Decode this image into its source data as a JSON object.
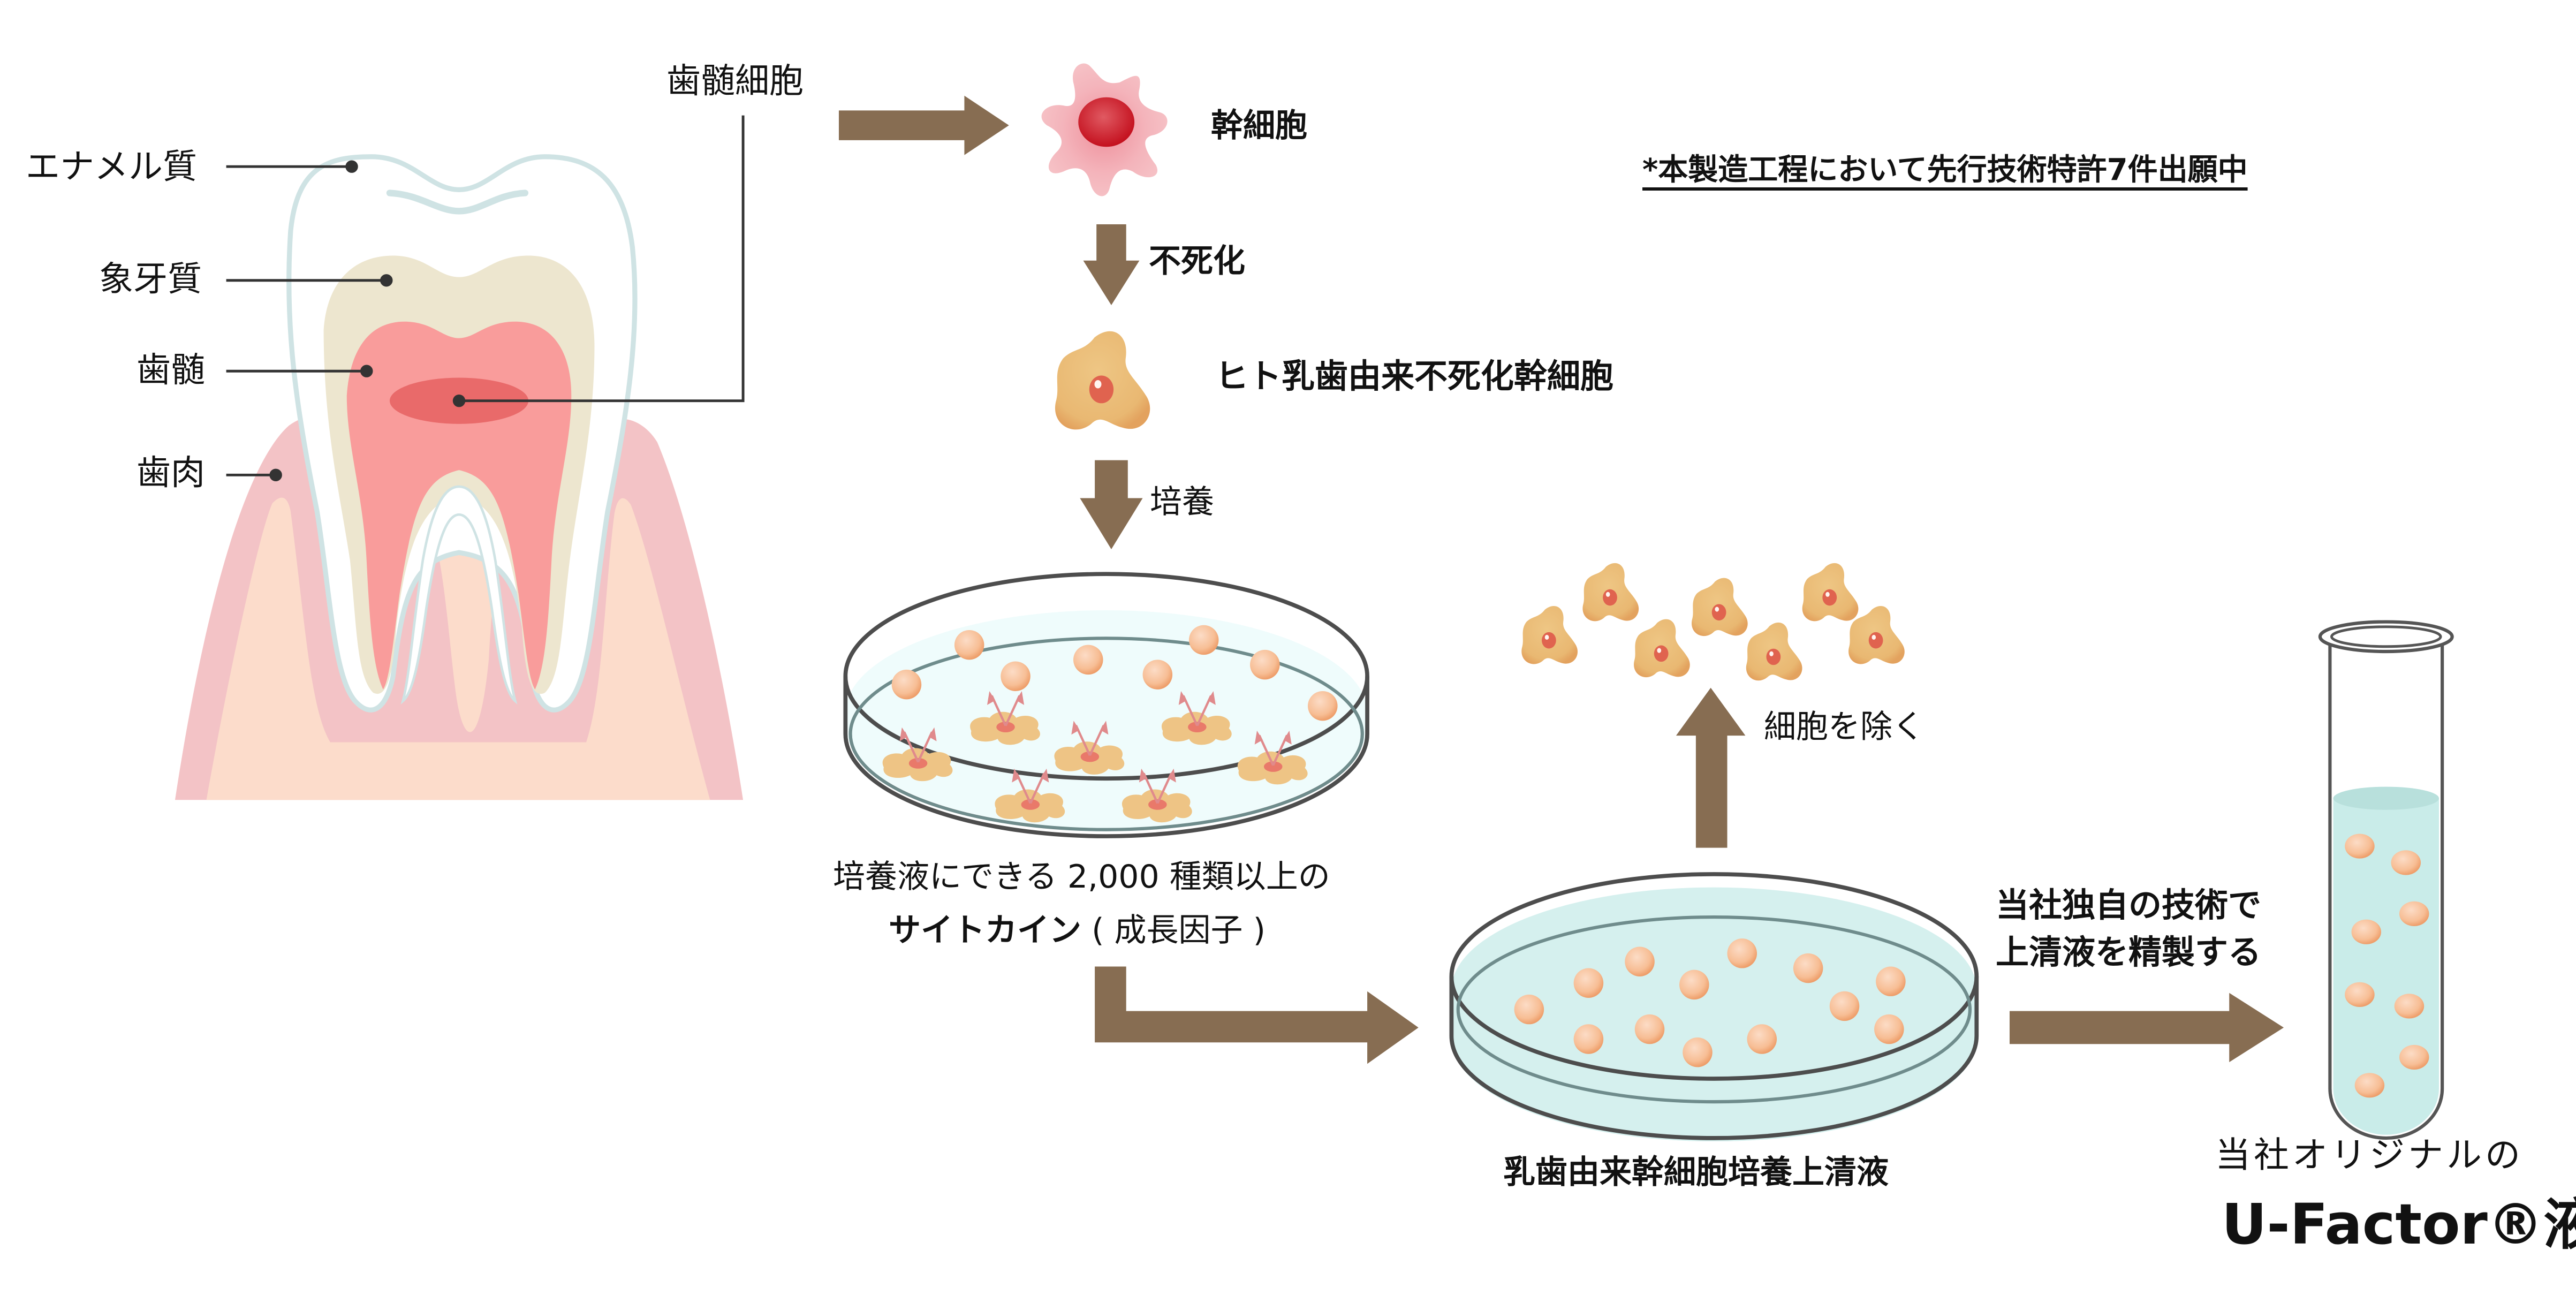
{
  "colors": {
    "arrow": "#876D52",
    "enamel_outline": "#CFE3E4",
    "dentin": "#EDE6CF",
    "pulp": "#F99C9B",
    "pulp_core": "#E96A6A",
    "gum": "#F3C3C6",
    "gum_inner": "#FCDCCB",
    "stem_cell_body": "#F4B8BE",
    "stem_cell_nucleus": "#C8142A",
    "immortal_cell_body": "#EBBB73",
    "immortal_cell_nucleus": "#E0634F",
    "medium": "#D5F0EE",
    "dish_outline": "#4D4D4D",
    "cell_orb": "#F7BD94",
    "secretion_arrow": "#E08A8C"
  },
  "tooth": {
    "labels": [
      {
        "id": "enamel",
        "text": "エナメル質"
      },
      {
        "id": "dentin",
        "text": "象牙質"
      },
      {
        "id": "pulp",
        "text": "歯髄"
      },
      {
        "id": "gum",
        "text": "歯肉"
      }
    ],
    "pulp_cell_label": "歯髄細胞"
  },
  "flow": {
    "stem_cell_label": "幹細胞",
    "step_immortalize": "不死化",
    "immortal_cell_label": "ヒト乳歯由来不死化幹細胞",
    "step_culture": "培養",
    "cytokine_line1": "培養液にできる 2,000 種類以上の",
    "cytokine_line2_bold": "サイトカイン",
    "cytokine_line2_rest": "( 成長因子 )",
    "remove_cells": "細胞を除く",
    "supernatant_label": "乳歯由来幹細胞培養上清液",
    "purify_line1": "当社独自の技術で",
    "purify_line2": "上清液を精製する",
    "product_line1": "当社オリジナルの",
    "product_line2": "U-Factor®液"
  },
  "patent_note": "*本製造工程において先行技術特許7件出願中"
}
